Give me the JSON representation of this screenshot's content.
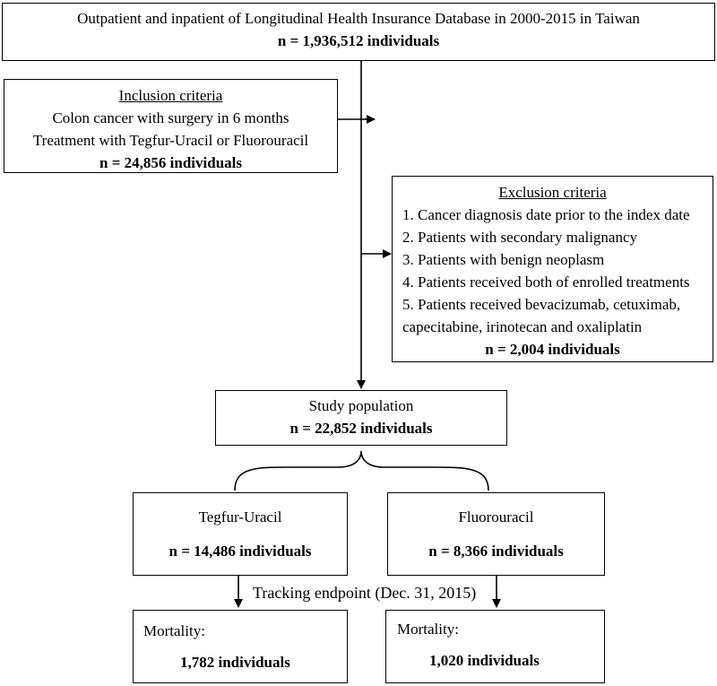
{
  "top": {
    "title": "Outpatient and inpatient of Longitudinal Health Insurance Database in 2000-2015 in Taiwan",
    "n": "n = 1,936,512 individuals"
  },
  "inclusion": {
    "heading": "Inclusion criteria",
    "items": [
      "Colon cancer with surgery in 6 months",
      "Treatment with Tegfur-Uracil or Fluorouracil"
    ],
    "n": "n = 24,856 individuals"
  },
  "exclusion": {
    "heading": "Exclusion criteria",
    "items": [
      "1. Cancer diagnosis date prior to the index date",
      "2. Patients with secondary malignancy",
      "3. Patients with benign neoplasm",
      "4. Patients received both of enrolled treatments",
      "5. Patients received bevacizumab, cetuximab,",
      "capecitabine, irinotecan and oxaliplatin"
    ],
    "n": "n = 2,004 individuals"
  },
  "study": {
    "label": "Study population",
    "n": "n = 22,852 individuals"
  },
  "groups": [
    {
      "label": "Tegfur-Uracil",
      "n": "n = 14,486 individuals"
    },
    {
      "label": "Fluorouracil",
      "n": "n = 8,366 individuals"
    }
  ],
  "tracking": "Tracking endpoint (Dec. 31, 2015)",
  "mortality": [
    {
      "label": "Mortality:",
      "n": "1,782 individuals"
    },
    {
      "label": "Mortality:",
      "n": "1,020 individuals"
    }
  ]
}
